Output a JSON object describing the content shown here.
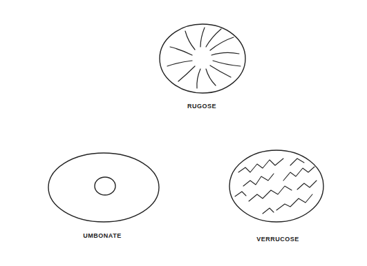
{
  "diagram": {
    "labels": [
      "RUGOSE",
      "UMBONATE",
      "VERRUCOSE"
    ]
  }
}
